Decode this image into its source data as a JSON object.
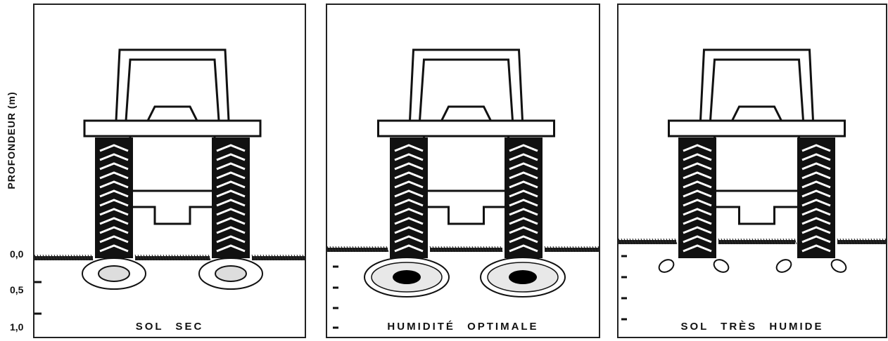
{
  "y_axis": {
    "label": "PROFONDEUR (m)",
    "ticks": [
      "0,0",
      "0,5",
      "1,0"
    ]
  },
  "panels": [
    {
      "caption": "SOL   SEC"
    },
    {
      "caption": "HUMIDITÉ   OPTIMALE"
    },
    {
      "caption": "SOL   TRÈS   HUMIDE"
    }
  ]
}
